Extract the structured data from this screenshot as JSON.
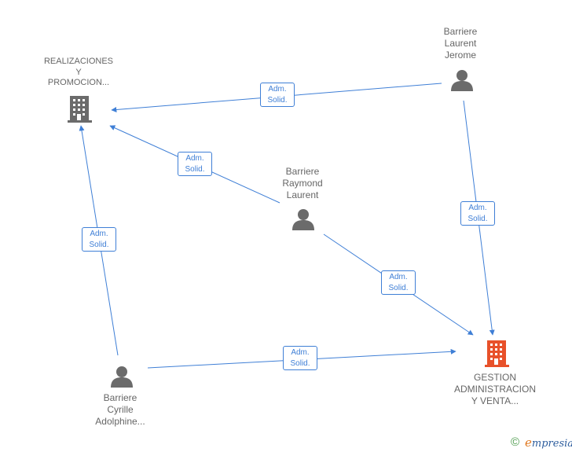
{
  "colors": {
    "edge": "#3f7fd6",
    "company_default": "#6b6b6b",
    "company_highlight": "#e8512a",
    "person": "#6b6b6b",
    "label": "#666666"
  },
  "nodes": {
    "realizaciones": {
      "lines": [
        "REALIZACIONES",
        "Y",
        "PROMOCION..."
      ],
      "icon": "building-icon"
    },
    "gestion": {
      "lines": [
        "GESTION",
        "ADMINISTRACION",
        "Y VENTA..."
      ],
      "icon": "building-icon"
    },
    "laurent_jerome": {
      "lines": [
        "Barriere",
        "Laurent",
        "Jerome"
      ],
      "icon": "person-icon"
    },
    "raymond_laurent": {
      "lines": [
        "Barriere",
        "Raymond",
        "Laurent"
      ],
      "icon": "person-icon"
    },
    "cyrille_adolphine": {
      "lines": [
        "Barriere",
        "Cyrille",
        "Adolphine..."
      ],
      "icon": "person-icon"
    }
  },
  "edges": [
    {
      "from": "laurent_jerome",
      "to": "realizaciones",
      "label": [
        "Adm.",
        "Solid."
      ]
    },
    {
      "from": "raymond_laurent",
      "to": "realizaciones",
      "label": [
        "Adm.",
        "Solid."
      ]
    },
    {
      "from": "cyrille_adolphine",
      "to": "realizaciones",
      "label": [
        "Adm.",
        "Solid."
      ]
    },
    {
      "from": "laurent_jerome",
      "to": "gestion",
      "label": [
        "Adm.",
        "Solid."
      ]
    },
    {
      "from": "raymond_laurent",
      "to": "gestion",
      "label": [
        "Adm.",
        "Solid."
      ]
    },
    {
      "from": "cyrille_adolphine",
      "to": "gestion",
      "label": [
        "Adm.",
        "Solid."
      ]
    }
  ],
  "footer": {
    "copyright": "©",
    "brand_first": "e",
    "brand_rest": "mpresia"
  }
}
